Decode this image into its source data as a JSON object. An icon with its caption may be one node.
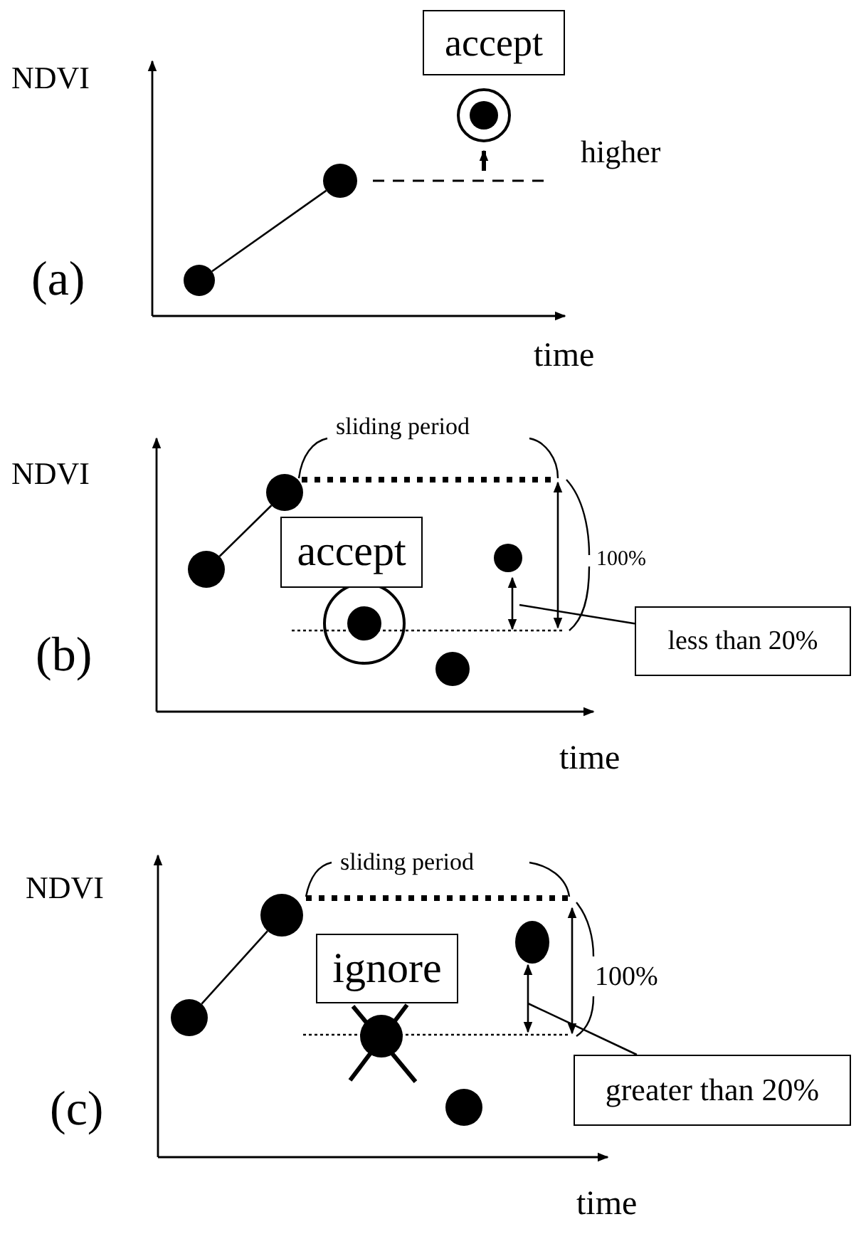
{
  "diagram": {
    "nodes": [
      {
        "text": [
          "accept"
        ]
      },
      {
        "text": [],
        "shape": "circle"
      },
      {
        "text": [],
        "shape": "circle"
      },
      {
        "text": [
          "accept"
        ]
      },
      {
        "text": [],
        "shape": "circle"
      },
      {
        "text": [],
        "shape": "circle"
      },
      {
        "text": [
          "less than 20%"
        ]
      },
      {
        "text": [
          "ignore"
        ]
      },
      {
        "text": [],
        "shape": "circle"
      },
      {
        "text": [],
        "shape": "circle"
      },
      {
        "text": [
          "greater than 20%"
        ]
      }
    ],
    "edges": [
      {
        "from": 1,
        "to": 2,
        "arrow": "none"
      },
      {
        "from": 4,
        "to": 5,
        "arrow": "none"
      },
      {
        "from": 6,
        "to": null,
        "arrow": "none"
      },
      {
        "from": 8,
        "to": 9,
        "arrow": "none"
      },
      {
        "from": 10,
        "to": null,
        "arrow": "none"
      }
    ],
    "labels": [
      "NDVI",
      "higher",
      "(a)",
      "time",
      "sliding period",
      "NDVI",
      "100%",
      "(b)",
      "time",
      "sliding period",
      "NDVI",
      "100%",
      "(c)",
      "time"
    ]
  }
}
